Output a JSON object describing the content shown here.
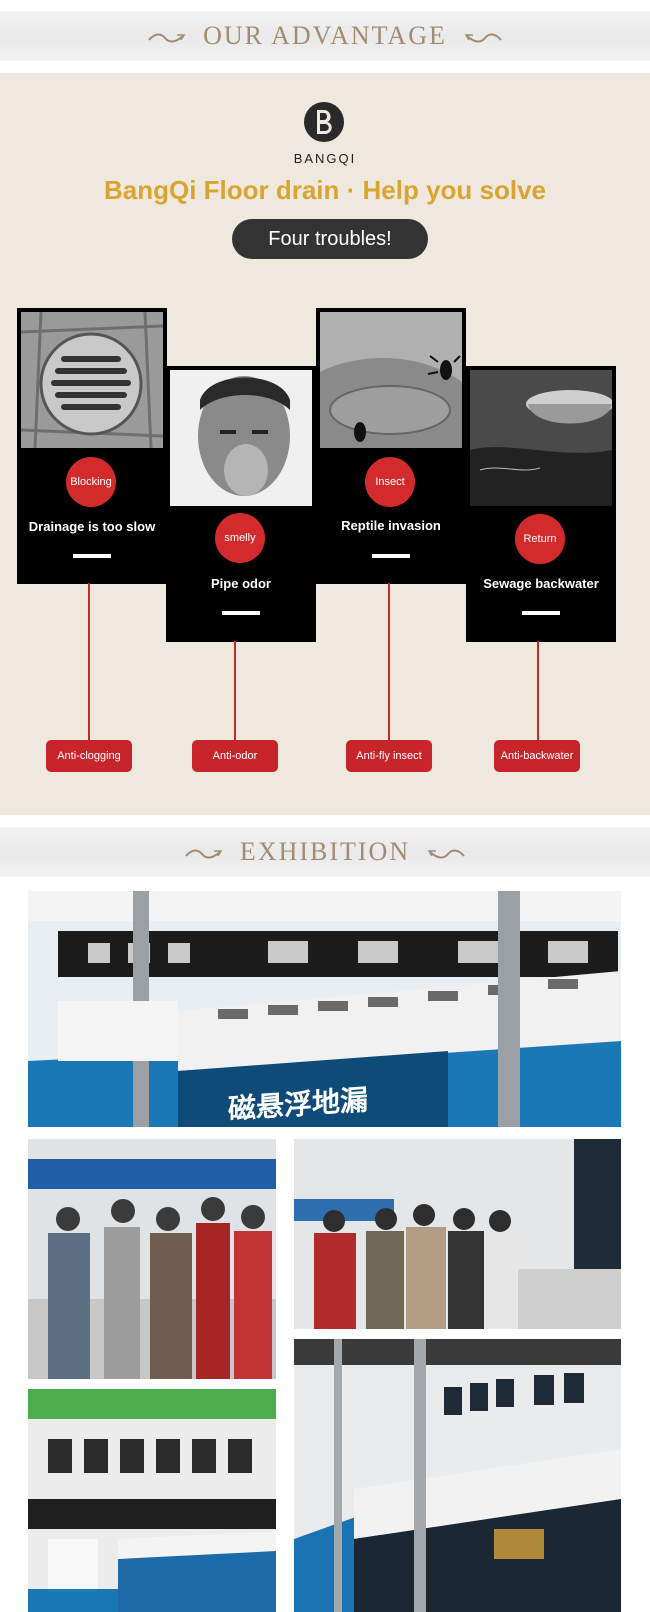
{
  "advantage_banner": {
    "title": "OUR ADVANTAGE"
  },
  "brand": {
    "name": "BANGQI"
  },
  "headline": "BangQi Floor drain · Help you solve",
  "pill": "Four troubles!",
  "cards": [
    {
      "badge": "Blocking",
      "text": "Drainage is too slow",
      "solution": "Anti-clogging",
      "photo_icon": "floor-drain-photo"
    },
    {
      "badge": "smelly",
      "text": "Pipe odor",
      "solution": "Anti-odor",
      "photo_icon": "man-covering-nose-photo"
    },
    {
      "badge": "Insect",
      "text": "Reptile invasion",
      "solution": "Anti-fly insect",
      "photo_icon": "insect-on-basin-photo"
    },
    {
      "badge": "Return",
      "text": "Sewage backwater",
      "solution": "Anti-backwater",
      "photo_icon": "water-overflow-photo"
    }
  ],
  "exhibition_banner": {
    "title": "EXHIBITION"
  },
  "exhibition": {
    "sign_text": "磁悬浮地漏",
    "photo_icons": [
      "exhibition-booth-photo",
      "exhibition-crowd-photo-1",
      "exhibition-crowd-photo-2",
      "exhibition-booth-photo-2",
      "exhibition-booth-photo-3"
    ]
  },
  "colors": {
    "accent_gold": "#d9a432",
    "badge_red": "#d32b2b",
    "banner_text": "#a38b72",
    "panel_bg": "#efe8de"
  }
}
